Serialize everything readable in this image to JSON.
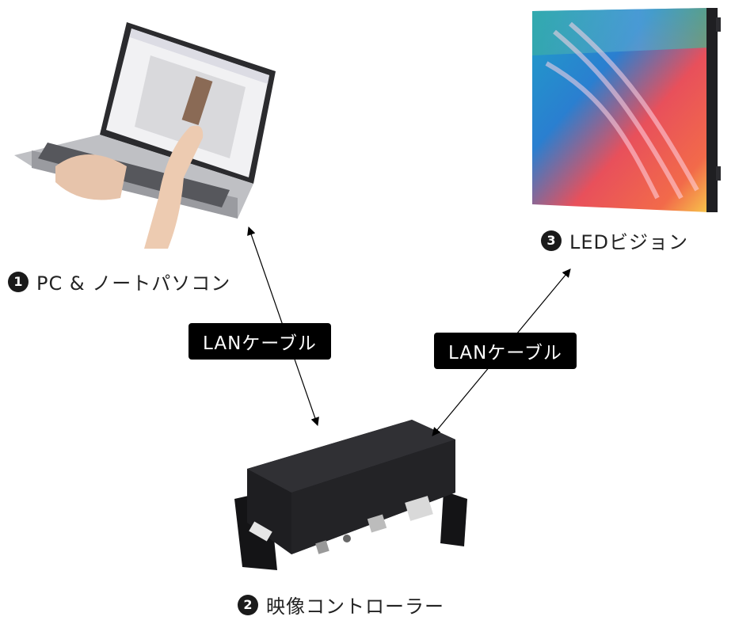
{
  "nodes": {
    "pc": {
      "number": "1",
      "label": "PC & ノートパソコン"
    },
    "controller": {
      "number": "2",
      "label": "映像コントローラー"
    },
    "led": {
      "number": "3",
      "label": "LEDビジョン"
    }
  },
  "cables": {
    "left": "LANケーブル",
    "right": "LANケーブル"
  }
}
